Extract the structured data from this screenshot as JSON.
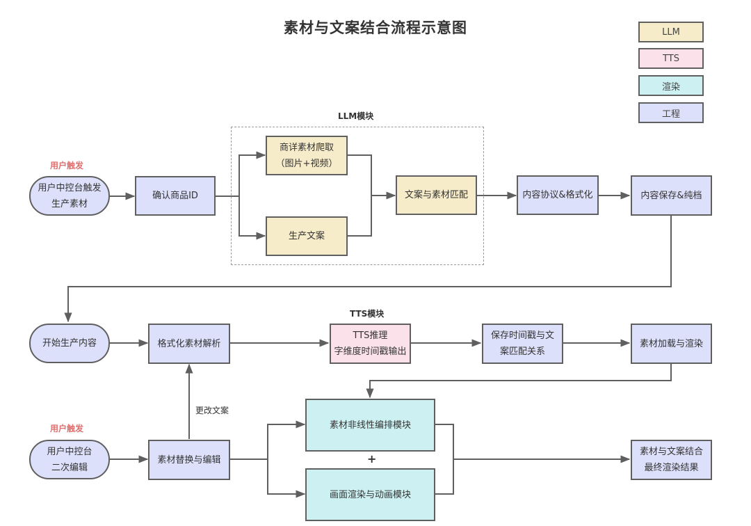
{
  "title": "素材与文案结合流程示意图",
  "legend": [
    {
      "label": "LLM",
      "color": "#f7ecca"
    },
    {
      "label": "TTS",
      "color": "#fbe1ea"
    },
    {
      "label": "渲染",
      "color": "#cdf1f2"
    },
    {
      "label": "工程",
      "color": "#dde0fa"
    }
  ],
  "sections": {
    "llm_module": "LLM模块",
    "tts_module": "TTS模块"
  },
  "triggers": {
    "top": "用户触发",
    "bottom": "用户触发"
  },
  "nodes": {
    "user_trigger_produce": "用户中控台触发\n生产素材",
    "confirm_product_id": "确认商品ID",
    "crawl_detail_assets": "商详素材爬取\n（图片+视频）",
    "generate_copy": "生产文案",
    "match_copy_assets": "文案与素材匹配",
    "protocol_format": "内容协议&格式化",
    "save_archive": "内容保存&纯档",
    "start_production": "开始生产内容",
    "parse_formatted_assets": "格式化素材解析",
    "tts_inference": "TTS推理\n字维度时间戳输出",
    "save_timestamps": "保存时间戳与文\n案匹配关系",
    "load_render_assets": "素材加载与渲染",
    "user_secondary_edit": "用户中控台\n二次编辑",
    "replace_edit_assets": "素材替换与编辑",
    "nonlinear_edit_module": "素材非线性编排模块",
    "render_animation_module": "画面渲染与动画模块",
    "final_result": "素材与文案结合\n最终渲染结果"
  },
  "edge_labels": {
    "change_copy": "更改文案",
    "plus": "+"
  },
  "colors": {
    "llm": "#f7ecca",
    "tts": "#fbe1ea",
    "render": "#cdf1f2",
    "engineering": "#dde0fa",
    "trigger_text": "#e07070",
    "stroke": "#5f5f5f"
  }
}
